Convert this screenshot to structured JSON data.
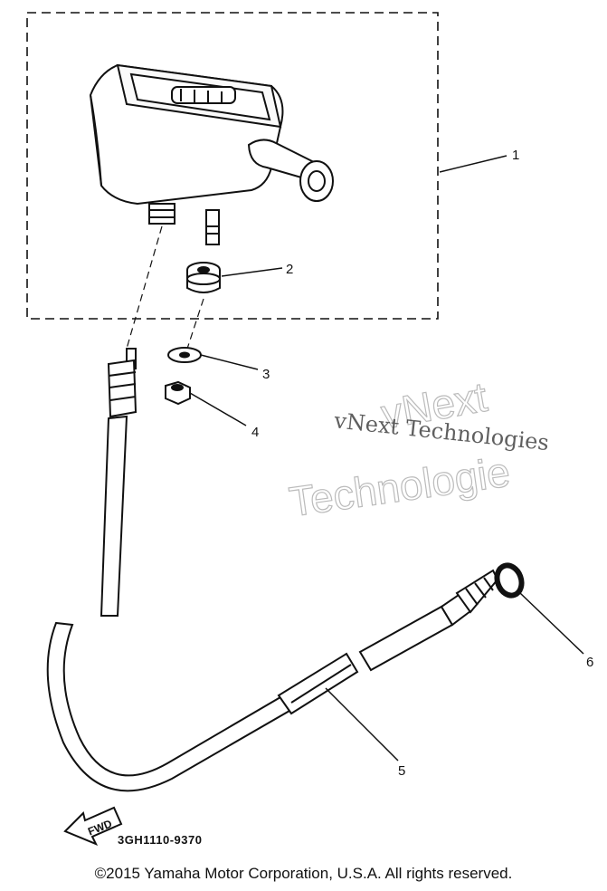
{
  "callouts": {
    "p1": "1",
    "p2": "2",
    "p3": "3",
    "p4": "4",
    "p5": "5",
    "p6": "6"
  },
  "diagram_code": "3GH1110-9370",
  "fwd_label": "FWD",
  "watermark": {
    "line_a": "vNext Technologies",
    "line_b": "vNext",
    "line_c": "Technologie"
  },
  "copyright": "©2015 Yamaha Motor Corporation, U.S.A. All rights reserved."
}
